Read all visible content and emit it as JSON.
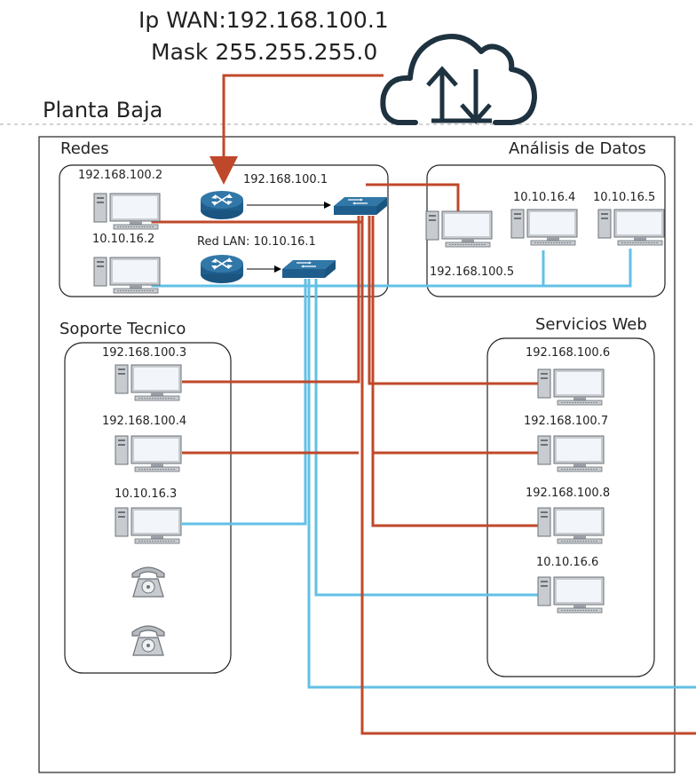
{
  "wan": {
    "ip": "Ip WAN:192.168.100.1",
    "mask": "Mask 255.255.255.0"
  },
  "floor": {
    "title": "Planta Baja"
  },
  "groups": {
    "redes": "Redes",
    "analisis": "Análisis de Datos",
    "soporte": "Soporte Tecnico",
    "servicios": "Servicios Web"
  },
  "devices": {
    "redes_pc1": "192.168.100.2",
    "redes_pc2": "10.10.16.2",
    "router_wan": "192.168.100.1",
    "router_lan": "Red LAN: 10.10.16.1",
    "analisis_pc1": "192.168.100.5",
    "analisis_pc2": "10.10.16.4",
    "analisis_pc3": "10.10.16.5",
    "soporte_pc1": "192.168.100.3",
    "soporte_pc2": "192.168.100.4",
    "soporte_pc3": "10.10.16.3",
    "web_pc1": "192.168.100.6",
    "web_pc2": "192.168.100.7",
    "web_pc3": "192.168.100.8",
    "web_pc4": "10.10.16.6"
  },
  "colors": {
    "wan_link": "#c0482a",
    "lan_link": "#62c0e6",
    "device_blue": "#1f5d8c",
    "pc_gray": "#c8ccd0",
    "screen": "#f2f6fa"
  },
  "icons": {
    "cloud": "cloud-upload-download-icon",
    "router": "router-icon",
    "switch": "switch-icon",
    "pc": "desktop-computer-icon",
    "phone": "telephone-icon"
  }
}
